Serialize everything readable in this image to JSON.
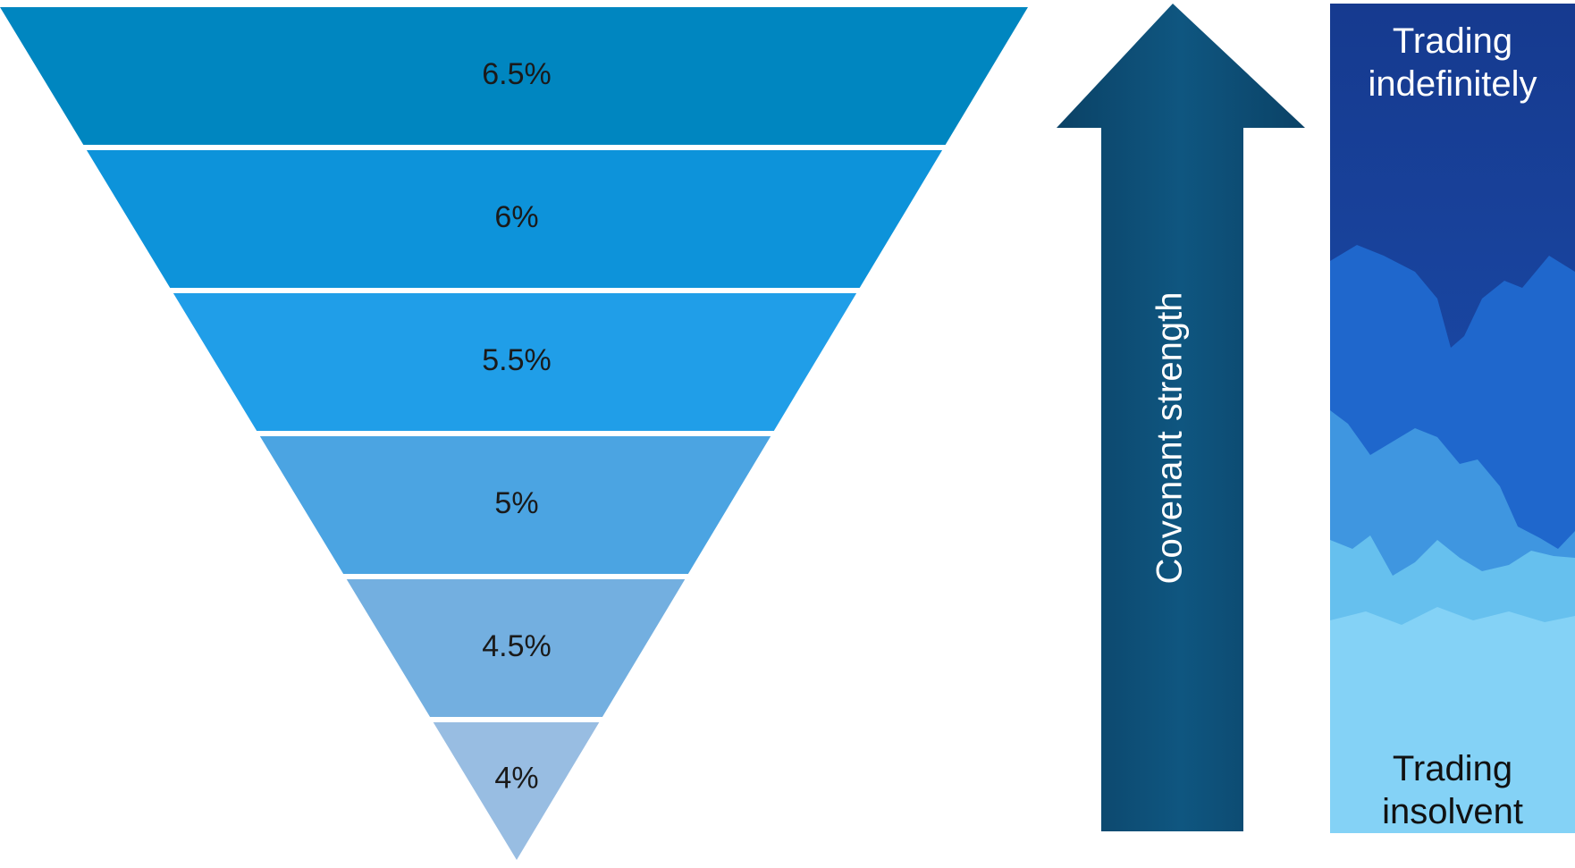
{
  "funnel": {
    "segments": [
      {
        "label": "6.5%",
        "color": "#0086C0"
      },
      {
        "label": "6%",
        "color": "#0D93DA"
      },
      {
        "label": "5.5%",
        "color": "#209EE8"
      },
      {
        "label": "5%",
        "color": "#4BA4E2"
      },
      {
        "label": "4.5%",
        "color": "#73AFE0"
      },
      {
        "label": "4%",
        "color": "#98BDE2"
      }
    ]
  },
  "arrow": {
    "label": "Covenant strength",
    "color": "#0D4A6E"
  },
  "scale": {
    "top_label": "Trading indefinitely",
    "bottom_label": "Trading insolvent"
  }
}
